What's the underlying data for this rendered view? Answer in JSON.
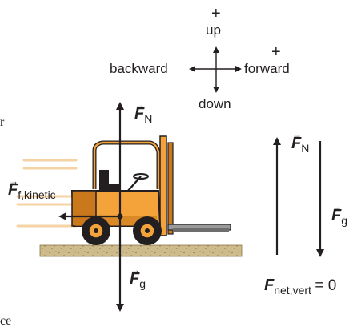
{
  "compass": {
    "up_sign": "+",
    "up": "up",
    "forward_sign": "+",
    "forward": "forward",
    "backward": "backward",
    "down": "down"
  },
  "forces": {
    "normal": {
      "symbol": "F",
      "sub": "N"
    },
    "friction": {
      "symbol": "F",
      "sub": "f,kinetic"
    },
    "gravity": {
      "symbol": "F",
      "sub": "g"
    },
    "net_vertical": {
      "symbol": "F",
      "sub": "net,vert",
      "equals": "= 0"
    }
  },
  "edge_text": {
    "top_fragment": "r",
    "bottom_fragment": "ce"
  },
  "colors": {
    "forklift_body": "#f3a33a",
    "forklift_shadow": "#c9781b",
    "ground": "#cdbb8c",
    "arrow": "#231f20"
  }
}
